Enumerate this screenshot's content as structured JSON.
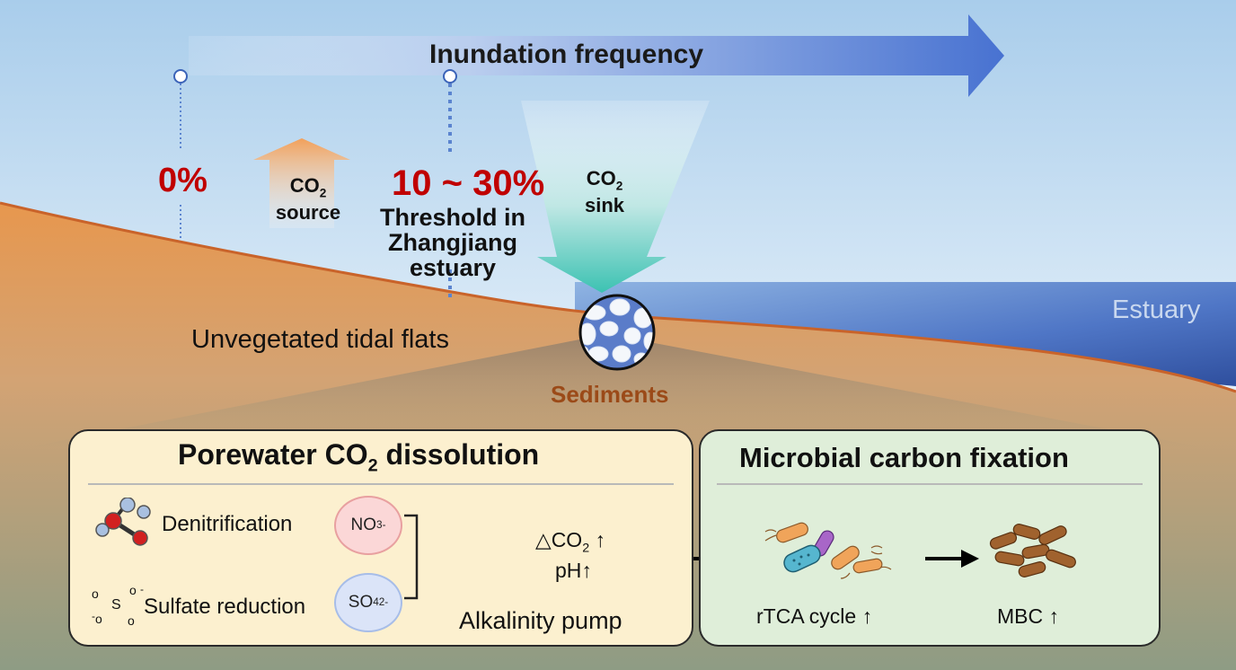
{
  "header": {
    "arrow_label": "Inundation frequency",
    "zero_percent": "0%",
    "threshold_value": "10 ~ 30%",
    "threshold_text_lines": [
      "Threshold in",
      "Zhangjiang",
      "estuary"
    ]
  },
  "fluxes": {
    "source": {
      "molecule": "CO",
      "subscript": "2",
      "word": "source"
    },
    "sink": {
      "molecule": "CO",
      "subscript": "2",
      "word": "sink"
    }
  },
  "landscape": {
    "tidal_flats_label": "Unvegetated tidal flats",
    "estuary_label": "Estuary",
    "sediments_label": "Sediments"
  },
  "porewater_panel": {
    "title_pre": "Porewater CO",
    "title_sub": "2",
    "title_post": " dissolution",
    "denitrification": "Denitrification",
    "sulfate_reduction": "Sulfate reduction",
    "nitrate": {
      "base": "NO",
      "sub": "3",
      "sup": "-"
    },
    "sulfate": {
      "base": "SO",
      "sub": "4",
      "sup": "2-"
    },
    "sulfate_glyph": {
      "o": "o",
      "s": "S",
      "minus": "-"
    },
    "delta_co2": {
      "pre": "△CO",
      "sub": "2",
      "post": " ↑"
    },
    "ph": "pH↑",
    "alkalinity_pump": "Alkalinity pump"
  },
  "microbial_panel": {
    "title": "Microbial carbon fixation",
    "rtca": "rTCA cycle ↑",
    "mbc": "MBC ↑"
  },
  "colors": {
    "red_value": "#c00000",
    "sediment_brown": "#a0501c",
    "sky": "#cfe4f5",
    "estuary_blue": "#4a72c4",
    "panel_yellow": "#fcf0cf",
    "panel_green": "#dfeed9"
  }
}
